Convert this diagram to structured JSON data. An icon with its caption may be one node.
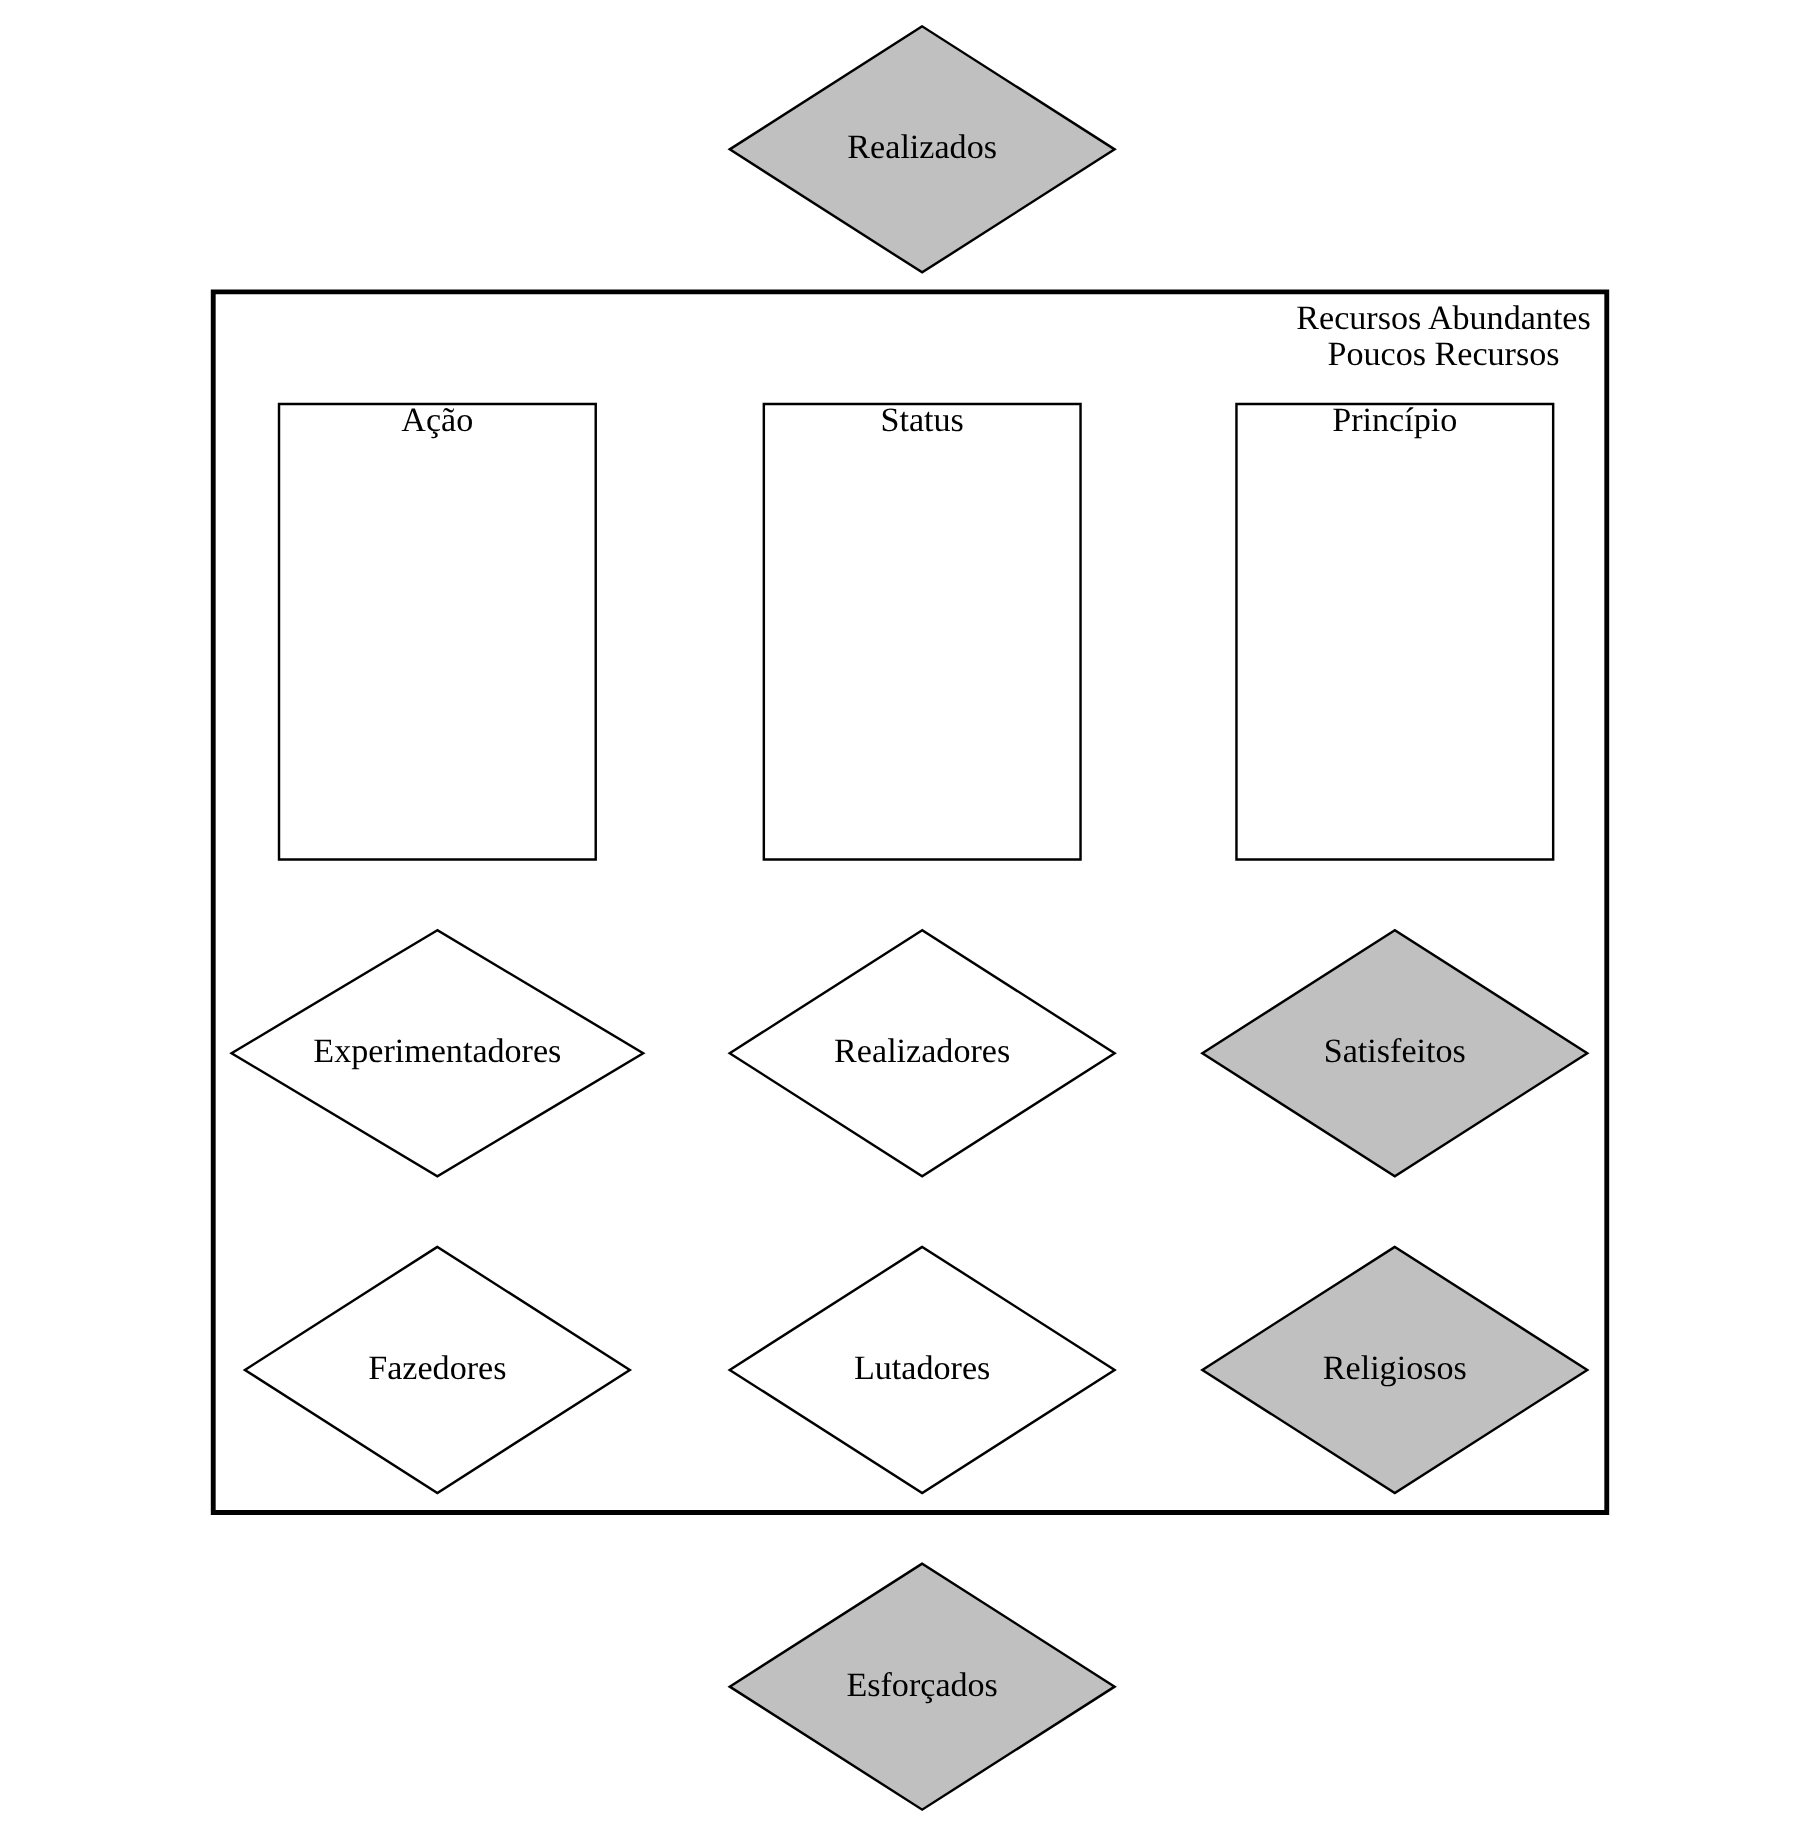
{
  "diagram": {
    "nodes": [
      {
        "text": [
          "Recursos Abundantes",
          "Poucos Recursos"
        ]
      },
      {
        "text": [
          "Realizados"
        ]
      },
      {
        "text": [
          "Princípio"
        ],
        "in": 0
      },
      {
        "text": [
          "Status"
        ],
        "in": 0
      },
      {
        "text": [
          "Ação"
        ],
        "in": 0
      },
      {
        "text": [
          "Satisfeitos"
        ],
        "in": 0
      },
      {
        "text": [
          "Realizadores"
        ],
        "in": 0
      },
      {
        "text": [
          "Experimentadores"
        ],
        "in": 0
      },
      {
        "text": [
          "Religiosos"
        ],
        "in": 0
      },
      {
        "text": [
          "Lutadores"
        ],
        "in": 0
      },
      {
        "text": [
          "Fazedores"
        ],
        "in": 0
      },
      {
        "text": [
          "Esforçados"
        ]
      }
    ],
    "edges": []
  }
}
